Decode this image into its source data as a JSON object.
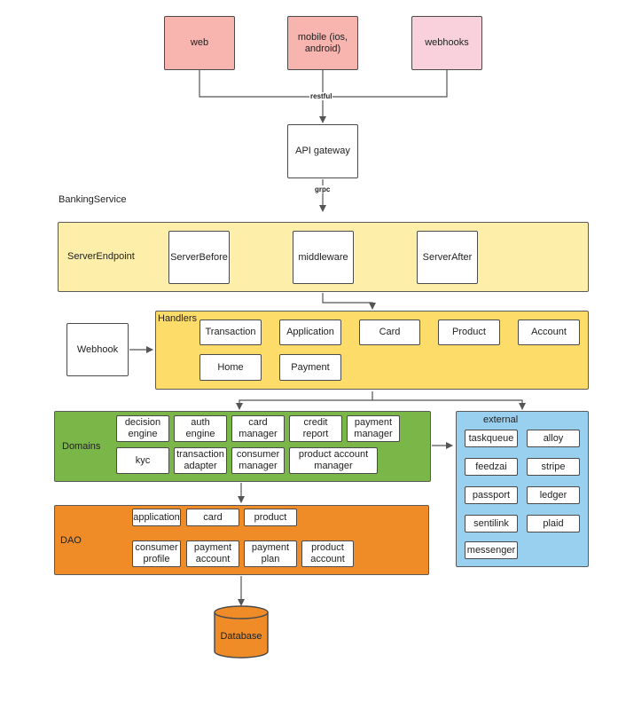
{
  "clients": {
    "web": "web",
    "mobile": "mobile (ios,\nandroid)",
    "webhooks": "webhooks"
  },
  "edge_labels": {
    "restful": "restful",
    "grpc": "grpc"
  },
  "api_gateway": "API gateway",
  "container": {
    "title": "BankingService"
  },
  "server_endpoint": {
    "title": "ServerEndpoint",
    "items": [
      "ServerBefore",
      "middleware",
      "ServerAfter"
    ]
  },
  "webhook": "Webhook",
  "handlers": {
    "title": "Handlers",
    "items": [
      "Transaction",
      "Application",
      "Card",
      "Product",
      "Account",
      "Home",
      "Payment"
    ]
  },
  "domains": {
    "title": "Domains",
    "items": [
      "decision\nengine",
      "auth\nengine",
      "card\nmanager",
      "credit\nreport",
      "payment\nmanager",
      "kyc",
      "transaction\nadapter",
      "consumer\nmanager",
      "product account\nmanager"
    ]
  },
  "external": {
    "title": "external",
    "items": [
      "taskqueue",
      "alloy",
      "feedzai",
      "stripe",
      "passport",
      "ledger",
      "sentilink",
      "plaid",
      "messenger"
    ]
  },
  "dao": {
    "title": "DAO",
    "items": [
      "application",
      "card",
      "product",
      "consumer\nprofile",
      "payment\naccount",
      "payment\nplan",
      "product\naccount"
    ]
  },
  "database": "Database",
  "colors": {
    "client": "#f8b4ae",
    "client_pink": "#f9d1dc",
    "container": "#c3e3f5",
    "server_endpoint": "#fdeeaa",
    "handlers": "#fddc6a",
    "domains": "#7ab648",
    "external": "#99d0f0",
    "dao": "#ef8c28",
    "database": "#ef8c28",
    "lines": "#555555"
  }
}
